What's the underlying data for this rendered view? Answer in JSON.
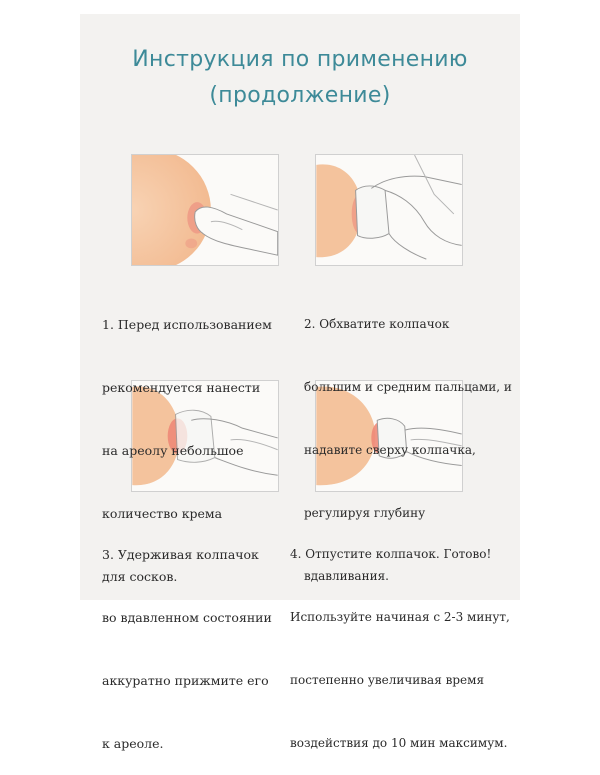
{
  "title": {
    "line1": "Инструкция по применению",
    "line2": "(продолжение)"
  },
  "steps": [
    {
      "lines": [
        "1. Перед использованием",
        "рекомендуется нанести",
        "на ареолу небольшое",
        "количество крема",
        "для сосков."
      ]
    },
    {
      "lines": [
        "2. Обхватите колпачок",
        "большим и средним пальцами, и",
        "надавите сверху колпачка,",
        "регулируя глубину",
        "вдавливания."
      ]
    },
    {
      "lines": [
        "3. Удерживая колпачок",
        "во вдавленном состоянии",
        "аккуратно прижмите его",
        "к ареоле."
      ]
    },
    {
      "lines": [
        "4. Отпустите колпачок. Готово!",
        "Используйте начиная с 2-3 минут,",
        "постепенно увеличивая время",
        "воздействия до 10 мин максимум."
      ]
    }
  ],
  "colors": {
    "title": "#3d8a98",
    "skin": "#f6c9a6",
    "areola": "#ee9b86",
    "line": "#9a9a9a"
  }
}
